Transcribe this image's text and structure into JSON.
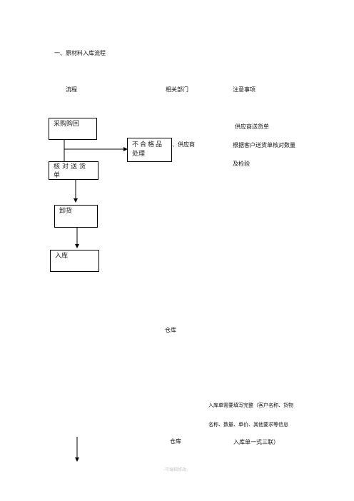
{
  "heading": "一、原材料入库流程",
  "columns": {
    "flow": "流程",
    "department": "相关部门",
    "notes": "注意事项"
  },
  "boxes": {
    "purchase": "采购购回",
    "check_line1": "核对送货",
    "check_line2": "单",
    "reject_line1": "不合格品",
    "reject_line2": "处理",
    "unload": "卸货",
    "storage": "入库"
  },
  "department_labels": {
    "supplier": "、供应商",
    "warehouse_1": "仓库",
    "warehouse_2": "仓库"
  },
  "notes_items": {
    "n1": "供应商送货单",
    "n2": "根据客户送货单核对数量",
    "n3": "及检验",
    "n4": "入库单需要填写完整（客户名称、货物",
    "n5": "名称、数量、单价、其他要求等信息",
    "n6": "入库单一式三联）"
  },
  "footer": "-可编辑修改-"
}
